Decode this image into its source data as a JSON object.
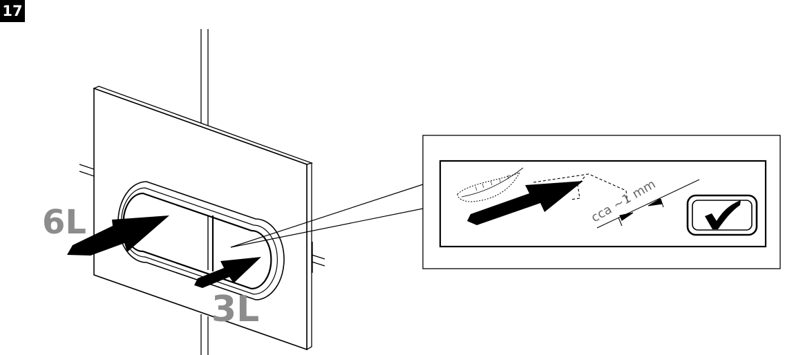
{
  "step": {
    "number": "17"
  },
  "labels": {
    "full_flush": "6L",
    "half_flush": "3L"
  },
  "detail": {
    "clearance": "cca ~1 mm"
  },
  "colors": {
    "label_gray": "#8c8c8c",
    "line": "#000000"
  },
  "icons": {
    "check": "check-mark-icon"
  }
}
